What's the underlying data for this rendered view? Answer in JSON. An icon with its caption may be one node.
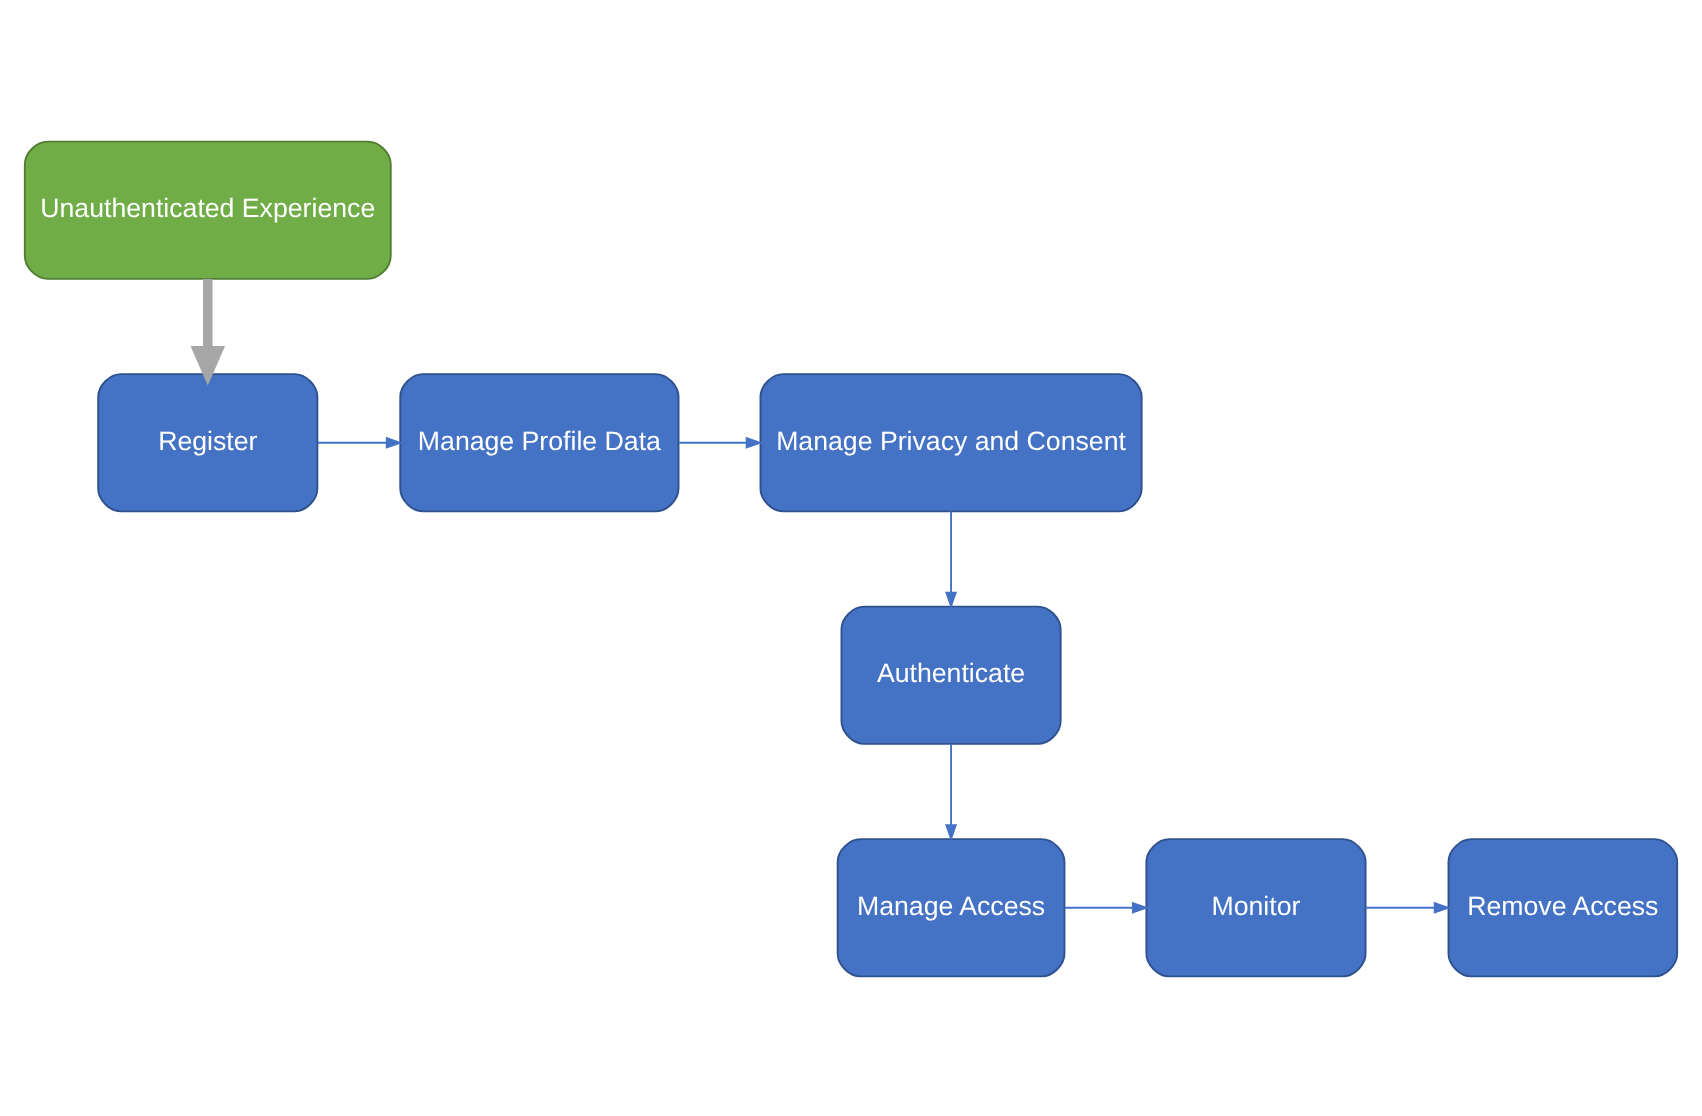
{
  "diagram": {
    "nodes": [
      {
        "text": [
          "Unauthenticated Experience"
        ]
      },
      {
        "text": [
          "Register"
        ]
      },
      {
        "text": [
          "Manage Profile Data"
        ]
      },
      {
        "text": [
          "Manage Privacy and Consent"
        ]
      },
      {
        "text": [
          "Authenticate"
        ]
      },
      {
        "text": [
          "Manage Access"
        ]
      },
      {
        "text": [
          "Monitor"
        ]
      },
      {
        "text": [
          "Remove Access"
        ]
      }
    ],
    "edges": [
      {
        "from": 0,
        "to": 1,
        "arrow": "to",
        "style": "thick",
        "color": "#a6a6a6"
      },
      {
        "from": 1,
        "to": 2,
        "arrow": "to"
      },
      {
        "from": 2,
        "to": 3,
        "arrow": "to"
      },
      {
        "from": 3,
        "to": 4,
        "arrow": "to"
      },
      {
        "from": 4,
        "to": 5,
        "arrow": "to"
      },
      {
        "from": 5,
        "to": 6,
        "arrow": "to"
      },
      {
        "from": 6,
        "to": 7,
        "arrow": "to"
      }
    ]
  }
}
